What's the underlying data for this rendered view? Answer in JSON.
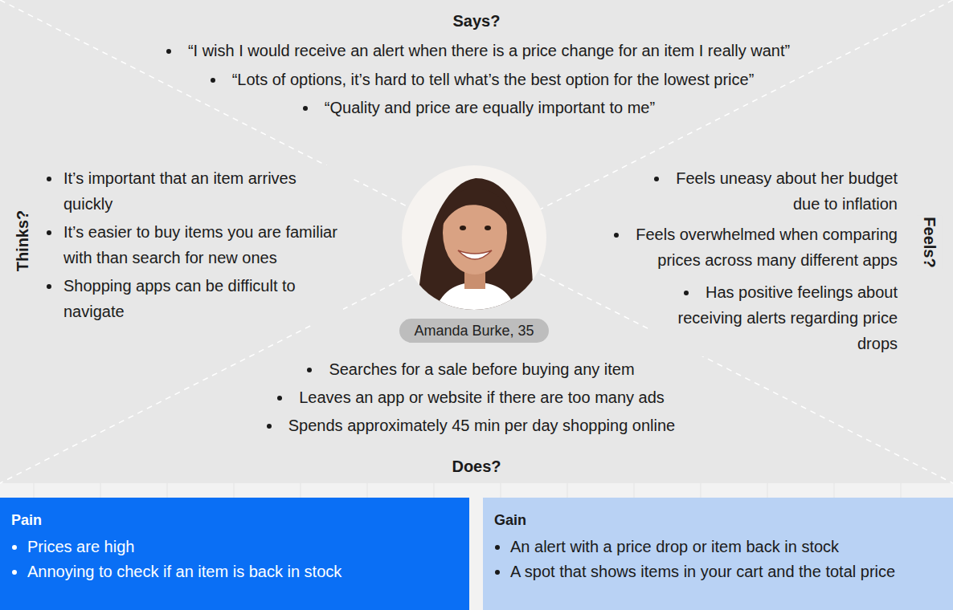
{
  "diagram": {
    "nodes": [
      {
        "text": [
          "Amanda Burke, 35"
        ]
      },
      {
        "text": [
          "Pain",
          "Prices are high",
          "Annoying to check if an item is back in stock"
        ]
      },
      {
        "text": [
          "Gain",
          "An alert with a price drop or item back in stock",
          "A spot that shows items in your cart and the total price"
        ]
      }
    ],
    "edges": [],
    "labels": [
      "Says?",
      "“I wish I would receive an alert when there is a price change for an item I really want”",
      "“Lots of options, it’s hard to tell what’s the best option for the lowest price”",
      "“Quality and price are equally important to me”",
      "It’s important that an item arrives quickly",
      "It’s easier to buy items you are familiar with than search for new ones",
      "Shopping apps can be difficult to navigate",
      "Thinks?",
      "Feels uneasy about her budget due to inflation",
      "Feels overwhelmed when comparing prices across many different apps",
      "Has positive feelings about receiving alerts regarding price drops",
      "Feels?",
      "Searches for a sale before buying any item",
      "Leaves an app or website if there are too many ads",
      "Spends approximately 45 min per day shopping online",
      "Does?"
    ]
  }
}
